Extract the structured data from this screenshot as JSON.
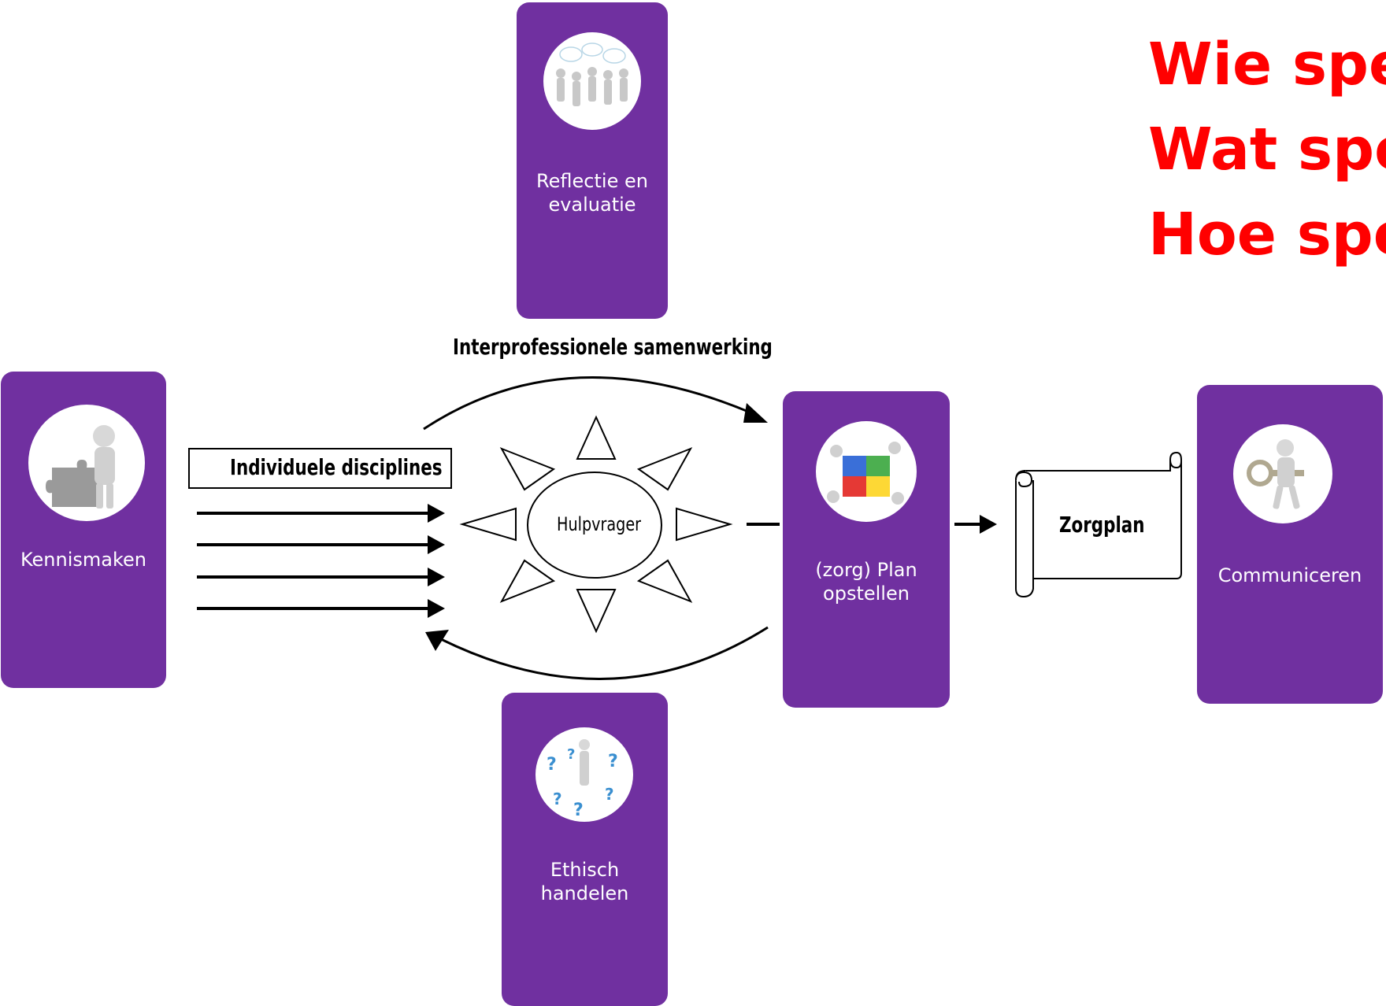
{
  "cards": {
    "reflectie": {
      "label_line1": "Reflectie en",
      "label_line2": "evaluatie",
      "icon": "people-discussion-icon"
    },
    "kennismaken": {
      "label": "Kennismaken",
      "icon": "puzzle-person-icon"
    },
    "plan": {
      "label_line1": "(zorg) Plan",
      "label_line2": "opstellen",
      "icon": "puzzle-team-icon"
    },
    "communiceren": {
      "label": "Communiceren",
      "icon": "key-person-icon"
    },
    "ethisch": {
      "label_line1": "Ethisch",
      "label_line2": "handelen",
      "icon": "question-marks-person-icon"
    }
  },
  "diagram": {
    "top_label": "Interprofessionele samenwerking",
    "box_label": "Individuele disciplines",
    "center_label": "Hulpvrager",
    "scroll_label": "Zorgplan"
  },
  "questions": [
    "Wie spe",
    "Wat spe",
    "Hoe spe"
  ],
  "colors": {
    "card": "#7030a0",
    "question_text": "#ff0000"
  }
}
